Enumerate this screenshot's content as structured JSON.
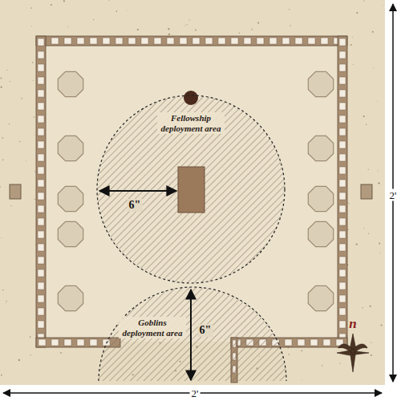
{
  "diagram": {
    "nodes": [
      {
        "text": [
          "Fellowship deployment area"
        ]
      },
      {
        "text": [
          "Goblins deployment area"
        ]
      }
    ],
    "labels": [
      "6\"",
      "6\"",
      "2'",
      "2'",
      "n"
    ]
  }
}
